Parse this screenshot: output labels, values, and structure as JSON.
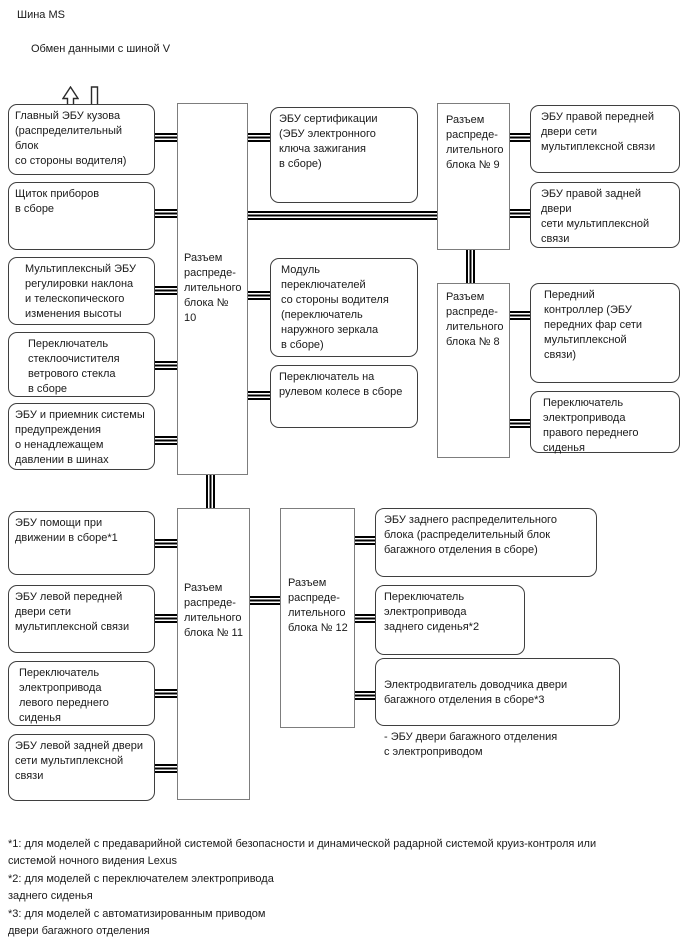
{
  "title": "Шина MS",
  "bus_exchange_label": "Обмен данными с шиной V",
  "connectors": {
    "block10": "Разъем\nраспреде-\nлительного\nблока № 10",
    "block9": "Разъем\nраспреде-\nлительного\nблока № 9",
    "block8": "Разъем\nраспреде-\nлительного\nблока № 8",
    "block11": "Разъем\nраспреде-\nлительного\nблока № 11",
    "block12": "Разъем\nраспреде-\nлительного\nблока № 12"
  },
  "nodes": {
    "main_body_ecu": "Главный ЭБУ кузова\n(распределительный блок\nсо стороны водителя)",
    "instrument_cluster": "Щиток приборов\nв сборе",
    "tilt_telescopic_ecu": "Мультиплексный ЭБУ\nрегулировки наклона\nи телескопического\nизменения высоты",
    "wiper_switch": "Переключатель\nстеклоочистителя\nветрового стекла\nв сборе",
    "tire_pressure_ecu": "ЭБУ и приемник системы\nпредупреждения\nо ненадлежащем\nдавлении в шинах",
    "certification_ecu": "ЭБУ сертификации\n(ЭБУ электронного\nключа зажигания\nв сборе)",
    "driver_side_switch_module": "Модуль\nпереключателей\nсо стороны водителя\n(переключатель\nнаружного зеркала\nв сборе)",
    "steering_wheel_switch": "Переключатель на\nрулевом колесе в сборе",
    "front_right_door_ecu": "ЭБУ правой передней\nдвери сети\nмультиплексной связи",
    "rear_right_door_ecu": "ЭБУ правой задней двери\nсети мультиплексной связи",
    "front_controller": "Передний\nконтроллер (ЭБУ\nпередних фар сети\nмультиплексной\nсвязи)",
    "front_right_seat_switch": "Переключатель\nэлектропривода\nправого переднего\nсиденья",
    "driving_assist_ecu": "ЭБУ помощи при\nдвижении в сборе*1",
    "front_left_door_ecu": "ЭБУ левой передней\nдвери сети\nмультиплексной связи",
    "front_left_seat_switch": "Переключатель\nэлектропривода\nлевого переднего\nсиденья",
    "rear_left_door_ecu": "ЭБУ левой задней двери\nсети мультиплексной связи",
    "rear_junction_ecu": "ЭБУ заднего распределительного\nблока (распределительный блок\nбагажного отделения в сборе)",
    "rear_seat_switch": "Переключатель\nэлектропривода\nзаднего сиденья*2",
    "luggage_door_motor": "Электродвигатель доводчика двери\nбагажного отделения в сборе*3",
    "luggage_door_motor_sub": "- ЭБУ двери багажного отделения\nс электроприводом"
  },
  "footnotes": [
    "*1: для моделей с предаварийной системой безопасности и динамической радарной системой круиз-контроля или\nсистемой ночного видения Lexus",
    "*2: для моделей с переключателем электропривода\nзаднего сиденья",
    "*3: для моделей с автоматизированным приводом\nдвери багажного отделения"
  ]
}
